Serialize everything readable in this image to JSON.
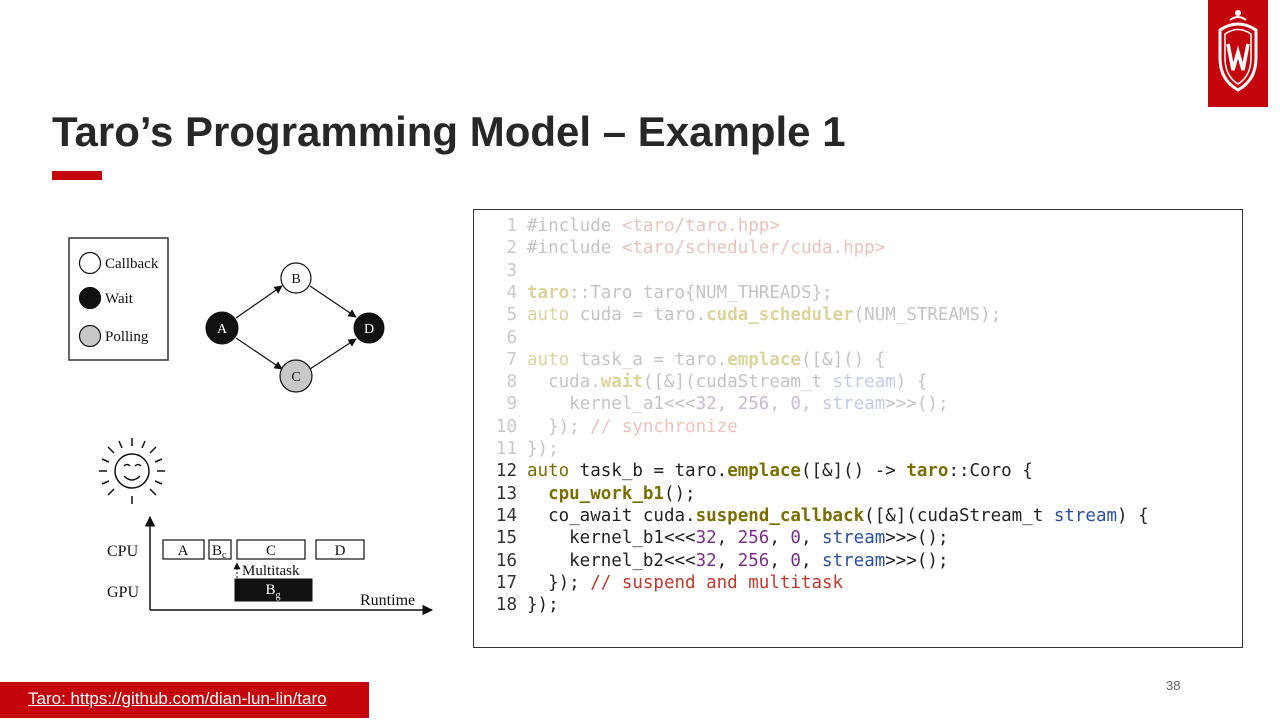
{
  "slide": {
    "title": "Taro’s Programming Model – Example 1",
    "page_number": "38",
    "footer_link": "Taro: https://github.com/dian-lun-lin/taro"
  },
  "legend": {
    "items": [
      {
        "label": "Callback",
        "fill": "#ffffff"
      },
      {
        "label": "Wait",
        "fill": "#111111"
      },
      {
        "label": "Polling",
        "fill": "#c8c8c8"
      }
    ]
  },
  "graph": {
    "nodes": [
      {
        "label": "A",
        "kind": "Wait"
      },
      {
        "label": "B",
        "kind": "Callback"
      },
      {
        "label": "C",
        "kind": "Polling"
      },
      {
        "label": "D",
        "kind": "Wait"
      }
    ]
  },
  "timeline": {
    "cpu_label": "CPU",
    "gpu_label": "GPU",
    "runtime_label": "Runtime",
    "multitask_label": "Multitask",
    "cpu_tasks": [
      "A",
      "B",
      "C",
      "D"
    ],
    "cpu_b_subscript": "c",
    "gpu_task": "B",
    "gpu_subscript": "g"
  },
  "code": {
    "lines": [
      {
        "n": "1",
        "faded": true,
        "tokens": [
          [
            "t-plain",
            "#include "
          ],
          [
            "t-str",
            "<taro/taro.hpp>"
          ]
        ]
      },
      {
        "n": "2",
        "faded": true,
        "tokens": [
          [
            "t-plain",
            "#include "
          ],
          [
            "t-str",
            "<taro/scheduler/cuda.hpp>"
          ]
        ]
      },
      {
        "n": "3",
        "faded": true,
        "tokens": []
      },
      {
        "n": "4",
        "faded": true,
        "tokens": [
          [
            "t-fn",
            "taro"
          ],
          [
            "t-plain",
            "::Taro taro{NUM_THREADS};"
          ]
        ]
      },
      {
        "n": "5",
        "faded": true,
        "tokens": [
          [
            "t-kw",
            "auto"
          ],
          [
            "t-plain",
            " cuda = taro."
          ],
          [
            "t-fn",
            "cuda_scheduler"
          ],
          [
            "t-plain",
            "(NUM_STREAMS);"
          ]
        ]
      },
      {
        "n": "6",
        "faded": true,
        "tokens": []
      },
      {
        "n": "7",
        "faded": true,
        "tokens": [
          [
            "t-kw",
            "auto"
          ],
          [
            "t-plain",
            " task_a = taro."
          ],
          [
            "t-fn",
            "emplace"
          ],
          [
            "t-plain",
            "([&]() {"
          ]
        ]
      },
      {
        "n": "8",
        "faded": true,
        "tokens": [
          [
            "t-plain",
            "  cuda."
          ],
          [
            "t-fn",
            "wait"
          ],
          [
            "t-plain",
            "([&](cudaStream_t "
          ],
          [
            "t-param",
            "stream"
          ],
          [
            "t-plain",
            ") {"
          ]
        ]
      },
      {
        "n": "9",
        "faded": true,
        "tokens": [
          [
            "t-plain",
            "    kernel_a1<<<"
          ],
          [
            "t-num",
            "32"
          ],
          [
            "t-plain",
            ", "
          ],
          [
            "t-num",
            "256"
          ],
          [
            "t-plain",
            ", "
          ],
          [
            "t-num",
            "0"
          ],
          [
            "t-plain",
            ", "
          ],
          [
            "t-param",
            "stream"
          ],
          [
            "t-plain",
            ">>>();"
          ]
        ]
      },
      {
        "n": "10",
        "faded": true,
        "tokens": [
          [
            "t-plain",
            "  }); "
          ],
          [
            "t-com",
            "// synchronize"
          ]
        ]
      },
      {
        "n": "11",
        "faded": true,
        "tokens": [
          [
            "t-plain",
            "});"
          ]
        ]
      },
      {
        "n": "12",
        "faded": false,
        "tokens": [
          [
            "t-kw",
            "auto"
          ],
          [
            "t-plain",
            " task_b = taro."
          ],
          [
            "t-fn",
            "emplace"
          ],
          [
            "t-plain",
            "([&]() -> "
          ],
          [
            "t-fn",
            "taro"
          ],
          [
            "t-plain",
            "::Coro {"
          ]
        ]
      },
      {
        "n": "13",
        "faded": false,
        "tokens": [
          [
            "t-plain",
            "  "
          ],
          [
            "t-fn",
            "cpu_work_b1"
          ],
          [
            "t-plain",
            "();"
          ]
        ]
      },
      {
        "n": "14",
        "faded": false,
        "tokens": [
          [
            "t-plain",
            "  co_await cuda."
          ],
          [
            "t-fn",
            "suspend_callback"
          ],
          [
            "t-plain",
            "([&](cudaStream_t "
          ],
          [
            "t-param",
            "stream"
          ],
          [
            "t-plain",
            ") {"
          ]
        ]
      },
      {
        "n": "15",
        "faded": false,
        "tokens": [
          [
            "t-plain",
            "    kernel_b1<<<"
          ],
          [
            "t-num",
            "32"
          ],
          [
            "t-plain",
            ", "
          ],
          [
            "t-num",
            "256"
          ],
          [
            "t-plain",
            ", "
          ],
          [
            "t-num",
            "0"
          ],
          [
            "t-plain",
            ", "
          ],
          [
            "t-param",
            "stream"
          ],
          [
            "t-plain",
            ">>>();"
          ]
        ]
      },
      {
        "n": "16",
        "faded": false,
        "tokens": [
          [
            "t-plain",
            "    kernel_b2<<<"
          ],
          [
            "t-num",
            "32"
          ],
          [
            "t-plain",
            ", "
          ],
          [
            "t-num",
            "256"
          ],
          [
            "t-plain",
            ", "
          ],
          [
            "t-num",
            "0"
          ],
          [
            "t-plain",
            ", "
          ],
          [
            "t-param",
            "stream"
          ],
          [
            "t-plain",
            ">>>();"
          ]
        ]
      },
      {
        "n": "17",
        "faded": false,
        "tokens": [
          [
            "t-plain",
            "  }); "
          ],
          [
            "t-com",
            "// suspend and multitask"
          ]
        ]
      },
      {
        "n": "18",
        "faded": false,
        "tokens": [
          [
            "t-plain",
            "});"
          ]
        ]
      }
    ]
  }
}
